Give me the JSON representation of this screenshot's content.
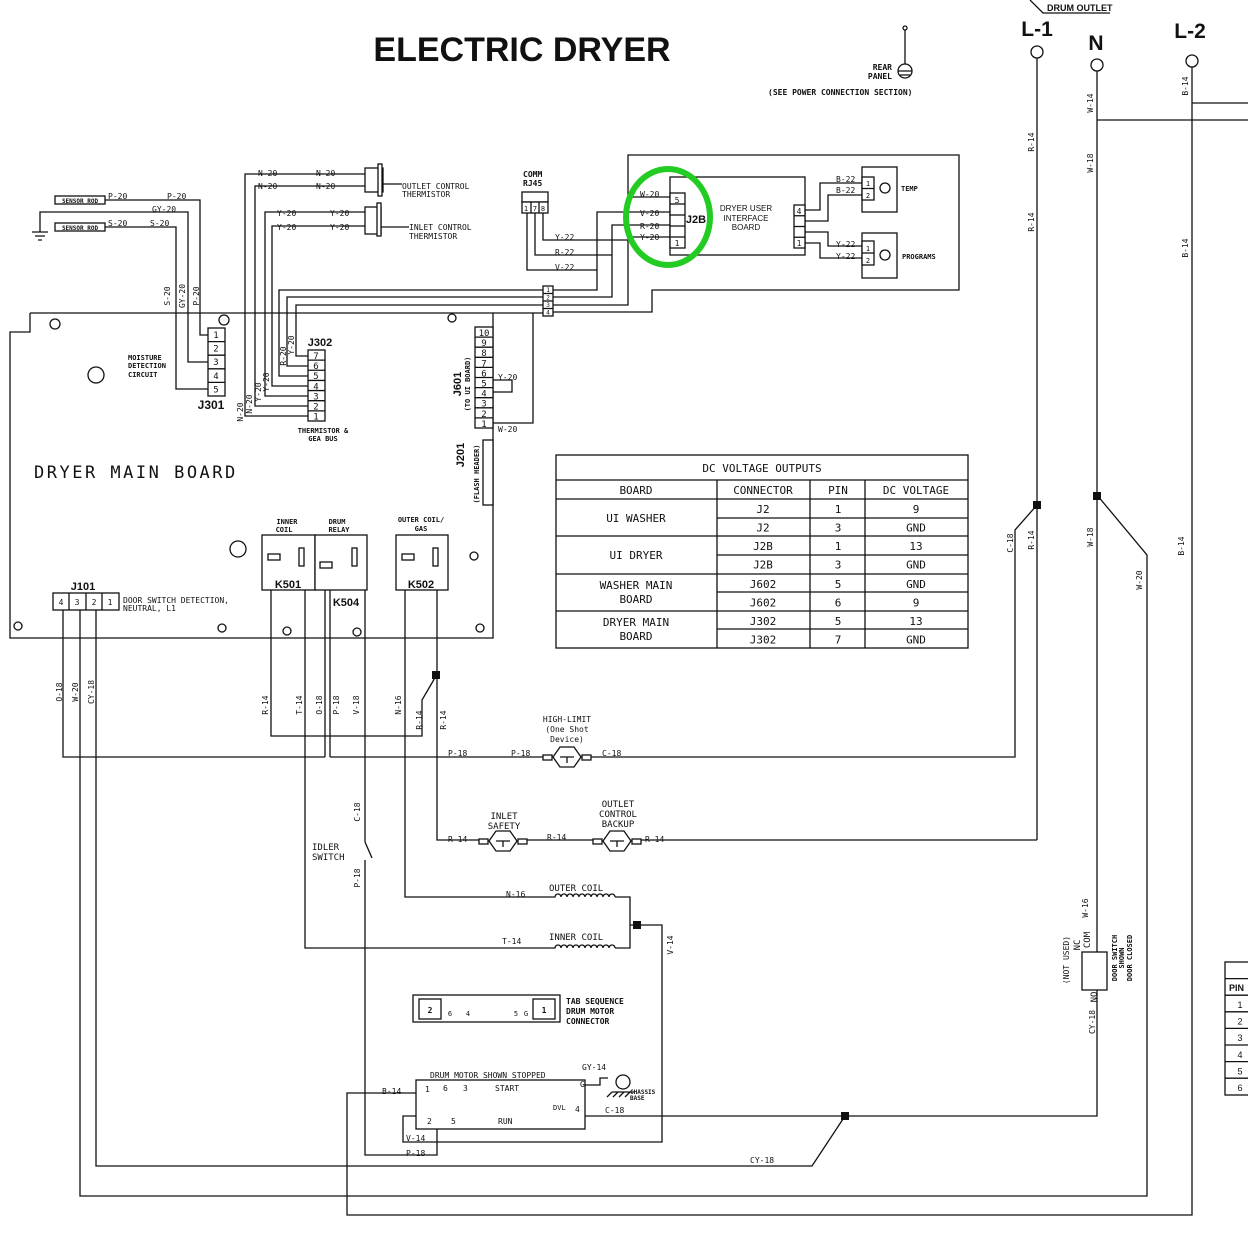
{
  "title": "ELECTRIC DRYER",
  "power": {
    "drum_outlet": "DRUM OUTLET",
    "l1": "L-1",
    "n": "N",
    "l2": "L-2",
    "rear_panel": [
      "REAR",
      "PANEL"
    ],
    "see_power": "(SEE POWER CONNECTION SECTION)"
  },
  "sensors": {
    "rod1": "SENSOR ROD",
    "rod2": "SENSOR ROD"
  },
  "components": {
    "outlet_thermistor": [
      "OUTLET CONTROL",
      "THERMISTOR"
    ],
    "inlet_thermistor": [
      "INLET CONTROL",
      "THERMISTOR"
    ],
    "comm": [
      "COMM",
      "RJ45"
    ],
    "comm_pins": [
      "1",
      "7",
      "8"
    ],
    "ui_board": [
      "DRYER USER",
      "INTERFACE",
      "BOARD"
    ],
    "j2b": "J2B",
    "j2b_pins": [
      "5",
      "1"
    ],
    "ui_right_pins": [
      "4",
      "1"
    ],
    "temp": "TEMP",
    "temp_pins": [
      "1",
      "2"
    ],
    "programs": "PROGRAMS",
    "programs_pins": [
      "1",
      "2"
    ],
    "bus_pins": [
      "1",
      "2",
      "3",
      "4"
    ],
    "moisture": [
      "MOISTURE",
      "DETECTION",
      "CIRCUIT"
    ],
    "j301": "J301",
    "j301_pins": [
      "1",
      "2",
      "3",
      "4",
      "5"
    ],
    "j302": "J302",
    "j302_pins": [
      "7",
      "6",
      "5",
      "4",
      "3",
      "2",
      "1"
    ],
    "thermistor_bus": [
      "THERMISTOR &",
      "GEA BUS"
    ],
    "j601": "J601",
    "j601_sub": "(TO UI BOARD)",
    "j601_pins": [
      "10",
      "9",
      "8",
      "7",
      "6",
      "5",
      "4",
      "3",
      "2",
      "1"
    ],
    "j201": "J201",
    "j201_sub": "(FLASH HEADER)",
    "main_board": "DRYER MAIN BOARD",
    "inner_coil_relay": [
      "INNER",
      "COIL"
    ],
    "drum_relay": [
      "DRUM",
      "RELAY"
    ],
    "outer_relay": [
      "OUTER COIL/",
      "GAS"
    ],
    "k501": "K501",
    "k504": "K504",
    "k502": "K502",
    "j101": "J101",
    "j101_pins": [
      "4",
      "3",
      "2",
      "1"
    ],
    "door_detect": [
      "DOOR SWITCH DETECTION,",
      "NEUTRAL, L1"
    ],
    "high_limit": [
      "HIGH-LIMIT",
      "(One Shot",
      "Device)"
    ],
    "inlet_safety": [
      "INLET",
      "SAFETY"
    ],
    "outlet_backup": [
      "OUTLET",
      "CONTROL",
      "BACKUP"
    ],
    "idler": [
      "IDLER",
      "SWITCH"
    ],
    "outer_coil": "OUTER COIL",
    "inner_coil": "INNER COIL",
    "tab_seq": [
      "TAB SEQUENCE",
      "DRUM MOTOR",
      "CONNECTOR"
    ],
    "tab_pins": [
      "2",
      "6",
      "4",
      "5",
      "G",
      "1"
    ],
    "drum_motor": "DRUM MOTOR SHOWN STOPPED",
    "motor_terms": [
      "1",
      "6",
      "3",
      "2",
      "5",
      "4",
      "G"
    ],
    "start": "START",
    "run": "RUN",
    "dvl": "DVL",
    "chassis": [
      "CHASSIS",
      "BASE"
    ],
    "door_switch": [
      "DOOR SWITCH",
      "SHOWN",
      "DOOR CLOSED"
    ],
    "not_used": "(NOT USED)",
    "nc": "NC",
    "com": "COM",
    "no": "NO",
    "pin_header": "PIN",
    "pin_rows": [
      "1",
      "2",
      "3",
      "4",
      "5",
      "6"
    ]
  },
  "wires": [
    "P-20",
    "P-20",
    "GY-20",
    "S-20",
    "S-20",
    "S-20",
    "GY-20",
    "P-20",
    "N-20",
    "N-20",
    "N-20",
    "N-20",
    "Y-20",
    "Y-20",
    "Y-20",
    "Y-20",
    "N-20",
    "N-20",
    "Y-20",
    "Y-20",
    "R-20",
    "Y-20",
    "Y-22",
    "R-22",
    "V-22",
    "W-20",
    "V-20",
    "R-20",
    "Y-20",
    "B-22",
    "B-22",
    "Y-22",
    "Y-22",
    "Y-20",
    "W-20",
    "O-18",
    "W-20",
    "CY-18",
    "R-14",
    "T-14",
    "O-18",
    "P-18",
    "V-18",
    "N-16",
    "R-14",
    "R-14",
    "P-18",
    "P-18",
    "C-18",
    "R-14",
    "R-14",
    "R-14",
    "C-18",
    "P-18",
    "N-16",
    "T-14",
    "V-14",
    "GY-14",
    "B-14",
    "C-18",
    "V-14",
    "P-18",
    "CY-18",
    "R-14",
    "R-14",
    "C-18",
    "R-14",
    "W-14",
    "W-18",
    "W-18",
    "W-20",
    "W-16",
    "CY-18",
    "B-14",
    "B-14",
    "B-14"
  ],
  "table": {
    "title": "DC VOLTAGE OUTPUTS",
    "headers": [
      "BOARD",
      "CONNECTOR",
      "PIN",
      "DC VOLTAGE"
    ],
    "groups": [
      {
        "board": [
          "UI WASHER"
        ],
        "rows": [
          [
            "J2",
            "1",
            "9"
          ],
          [
            "J2",
            "3",
            "GND"
          ]
        ]
      },
      {
        "board": [
          "UI DRYER"
        ],
        "rows": [
          [
            "J2B",
            "1",
            "13"
          ],
          [
            "J2B",
            "3",
            "GND"
          ]
        ]
      },
      {
        "board": [
          "WASHER MAIN",
          "BOARD"
        ],
        "rows": [
          [
            "J602",
            "5",
            "GND"
          ],
          [
            "J602",
            "6",
            "9"
          ]
        ]
      },
      {
        "board": [
          "DRYER MAIN",
          "BOARD"
        ],
        "rows": [
          [
            "J302",
            "5",
            "13"
          ],
          [
            "J302",
            "7",
            "GND"
          ]
        ]
      }
    ]
  },
  "highlight_color": "#22cc22"
}
